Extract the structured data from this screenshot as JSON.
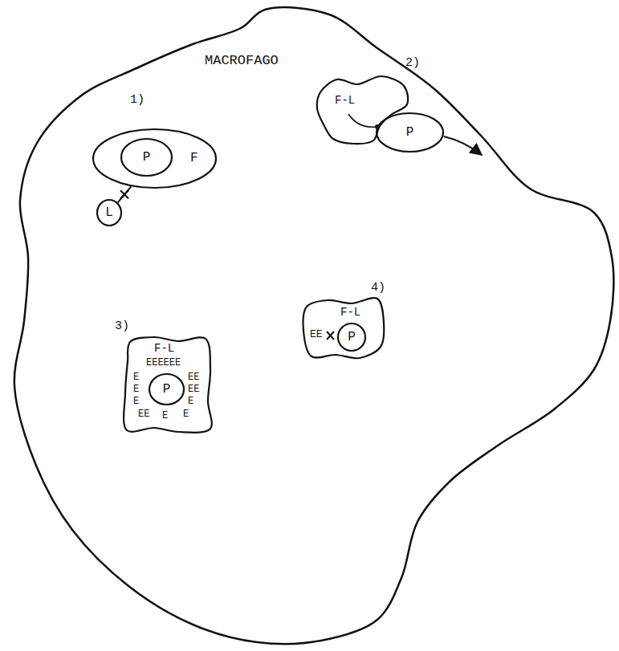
{
  "diagram": {
    "nodes": [
      {
        "text": [
          "MACROFAGO"
        ]
      },
      {
        "text": [
          "F"
        ],
        "in": 0
      },
      {
        "text": [
          "P"
        ],
        "in": 1
      },
      {
        "text": [
          "L"
        ],
        "in": 0
      },
      {
        "text": [
          "F-L"
        ],
        "in": 0
      },
      {
        "text": [
          "P"
        ],
        "in": 4
      },
      {
        "text": [
          "F-L"
        ],
        "in": 0
      },
      {
        "text": [
          "P"
        ],
        "in": 6
      },
      {
        "text": [
          "F-L"
        ],
        "in": 0
      },
      {
        "text": [
          "P"
        ],
        "in": 8
      }
    ],
    "edges": [
      {
        "from": 1,
        "to": 3,
        "arrow": "none"
      }
    ],
    "labels": [
      "1)",
      "2)",
      "3)",
      "4)",
      "EEEEEE",
      "E",
      "E",
      "E",
      "EE",
      "EE",
      "E",
      "EE",
      "E",
      "E",
      "EE"
    ]
  }
}
